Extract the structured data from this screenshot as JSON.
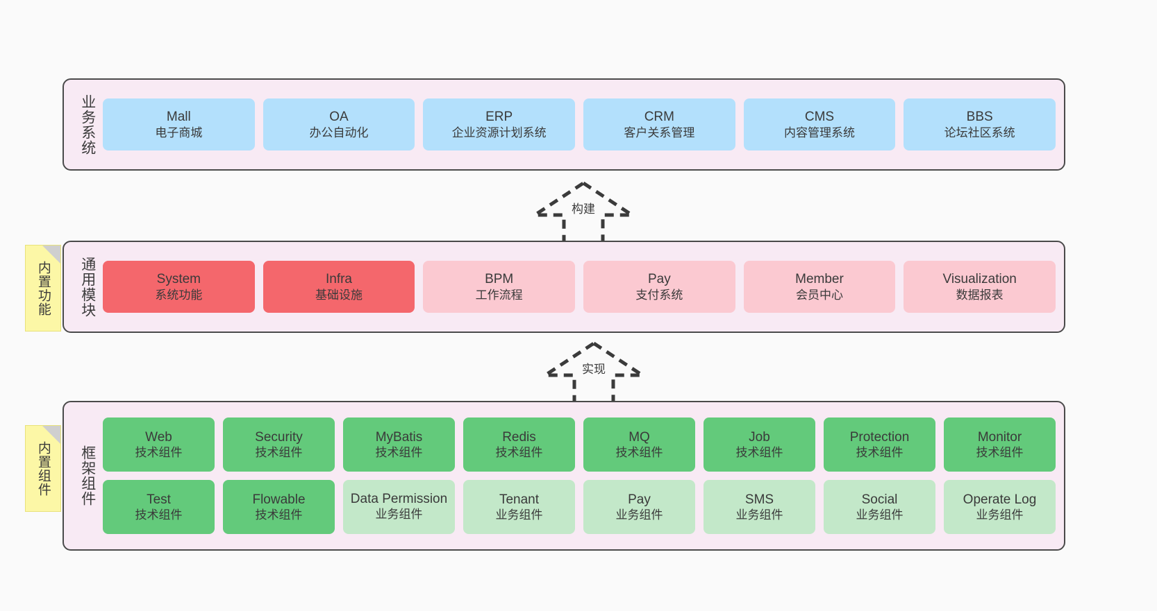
{
  "diagram": {
    "background": "#fafafa",
    "layer_bg": "#f8eaf4",
    "layer_border": "#4a4a4a",
    "tag_bg": "#fcf7a6",
    "colors": {
      "blue": "#b3e0fc",
      "red": "#f4676c",
      "pink": "#fbc9d1",
      "green": "#63ca7b",
      "light_green": "#c3e8c9"
    }
  },
  "layers": [
    {
      "id": "business",
      "label": "业务系统",
      "side_tag": null,
      "items": [
        {
          "name": "Mall",
          "desc": "电子商城",
          "color": "blue"
        },
        {
          "name": "OA",
          "desc": "办公自动化",
          "color": "blue"
        },
        {
          "name": "ERP",
          "desc": "企业资源计划系统",
          "color": "blue"
        },
        {
          "name": "CRM",
          "desc": "客户关系管理",
          "color": "blue"
        },
        {
          "name": "CMS",
          "desc": "内容管理系统",
          "color": "blue"
        },
        {
          "name": "BBS",
          "desc": "论坛社区系统",
          "color": "blue"
        }
      ]
    },
    {
      "id": "common-modules",
      "label": "通用模块",
      "side_tag": "内置功能",
      "items": [
        {
          "name": "System",
          "desc": "系统功能",
          "color": "red"
        },
        {
          "name": "Infra",
          "desc": "基础设施",
          "color": "red"
        },
        {
          "name": "BPM",
          "desc": "工作流程",
          "color": "pink"
        },
        {
          "name": "Pay",
          "desc": "支付系统",
          "color": "pink"
        },
        {
          "name": "Member",
          "desc": "会员中心",
          "color": "pink"
        },
        {
          "name": "Visualization",
          "desc": "数据报表",
          "color": "pink"
        }
      ]
    },
    {
      "id": "framework-components",
      "label": "框架组件",
      "side_tag": "内置组件",
      "items": [
        {
          "name": "Web",
          "desc": "技术组件",
          "color": "green"
        },
        {
          "name": "Security",
          "desc": "技术组件",
          "color": "green"
        },
        {
          "name": "MyBatis",
          "desc": "技术组件",
          "color": "green"
        },
        {
          "name": "Redis",
          "desc": "技术组件",
          "color": "green"
        },
        {
          "name": "MQ",
          "desc": "技术组件",
          "color": "green"
        },
        {
          "name": "Job",
          "desc": "技术组件",
          "color": "green"
        },
        {
          "name": "Protection",
          "desc": "技术组件",
          "color": "green"
        },
        {
          "name": "Monitor",
          "desc": "技术组件",
          "color": "green"
        },
        {
          "name": "Test",
          "desc": "技术组件",
          "color": "green"
        },
        {
          "name": "Flowable",
          "desc": "技术组件",
          "color": "green"
        },
        {
          "name": "Data Permission",
          "desc": "业务组件",
          "color": "light_green"
        },
        {
          "name": "Tenant",
          "desc": "业务组件",
          "color": "light_green"
        },
        {
          "name": "Pay",
          "desc": "业务组件",
          "color": "light_green"
        },
        {
          "name": "SMS",
          "desc": "业务组件",
          "color": "light_green"
        },
        {
          "name": "Social",
          "desc": "业务组件",
          "color": "light_green"
        },
        {
          "name": "Operate Log",
          "desc": "业务组件",
          "color": "light_green"
        }
      ]
    }
  ],
  "arrows": [
    {
      "id": "build",
      "label": "构建",
      "from": "common-modules",
      "to": "business"
    },
    {
      "id": "implement",
      "label": "实现",
      "from": "framework-components",
      "to": "common-modules"
    }
  ]
}
